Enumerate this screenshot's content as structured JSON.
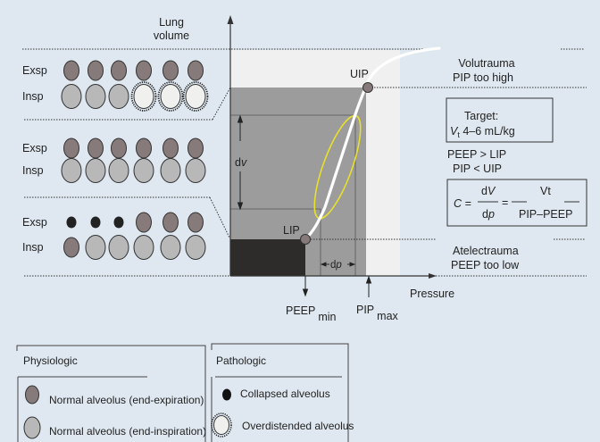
{
  "axes": {
    "y_label_line1": "Lung",
    "y_label_line2": "volume",
    "x_label": "Pressure"
  },
  "rows": [
    {
      "exp_label": "Exsp",
      "insp_label": "Insp",
      "exp": [
        "normal-exp",
        "normal-exp",
        "normal-exp",
        "normal-exp",
        "normal-exp",
        "normal-exp"
      ],
      "insp": [
        "normal-insp",
        "normal-insp",
        "normal-insp",
        "overdistended",
        "overdistended",
        "overdistended"
      ]
    },
    {
      "exp_label": "Exsp",
      "insp_label": "Insp",
      "exp": [
        "normal-exp",
        "normal-exp",
        "normal-exp",
        "normal-exp",
        "normal-exp",
        "normal-exp"
      ],
      "insp": [
        "normal-insp",
        "normal-insp",
        "normal-insp",
        "normal-insp",
        "normal-insp",
        "normal-insp"
      ]
    },
    {
      "exp_label": "Exsp",
      "insp_label": "Insp",
      "exp": [
        "collapsed",
        "collapsed",
        "collapsed",
        "normal-exp",
        "normal-exp",
        "normal-exp"
      ],
      "insp": [
        "normal-exp",
        "normal-insp",
        "normal-insp",
        "normal-insp",
        "normal-insp",
        "normal-insp"
      ]
    }
  ],
  "points": {
    "uip": "UIP",
    "lip": "LIP"
  },
  "markers": {
    "dv": "dv",
    "dp": "dp",
    "peep_min_main": "PEEP",
    "peep_min_sub": "min",
    "pip_max_main": "PIP",
    "pip_max_sub": "max"
  },
  "annotations": {
    "volutrauma_line1": "Volutrauma",
    "volutrauma_line2": "PIP too high",
    "target_line1": "Target:",
    "target_vt": "V",
    "target_vt_sub": "t",
    "target_line2_rest": " 4–6 mL/kg",
    "rule1": "PEEP > LIP",
    "rule2": "PIP < UIP",
    "atelectrauma_line1": "Atelectrauma",
    "atelectrauma_line2": "PEEP too low"
  },
  "formula": {
    "c": "C =",
    "dV": "dV",
    "dp": "dp",
    "eq": "=",
    "vt": "Vt",
    "denom": "PIP–PEEP"
  },
  "legend": {
    "physiologic_title": "Physiologic",
    "physiologic_items": [
      {
        "type": "normal-exp",
        "label": "Normal alveolus (end-expiration)"
      },
      {
        "type": "normal-insp",
        "label": "Normal alveolus (end-inspiration)"
      }
    ],
    "pathologic_title": "Pathologic",
    "pathologic_items": [
      {
        "type": "collapsed",
        "label": "Collapsed alveolus"
      },
      {
        "type": "overdistended",
        "label": "Overdistended alveolus"
      }
    ]
  },
  "colors": {
    "background": "#dfe8f0",
    "normal_exp": "#877a7a",
    "normal_insp": "#b8b8b8",
    "overdistended": "#f0f0ee",
    "collapsed": "#222222",
    "zone_dark": "#9c9c9c",
    "zone_light": "#f0f0f0",
    "atelectasis": "#2e2c2a",
    "loop": "#e8e02a",
    "curve": "#ffffff"
  }
}
